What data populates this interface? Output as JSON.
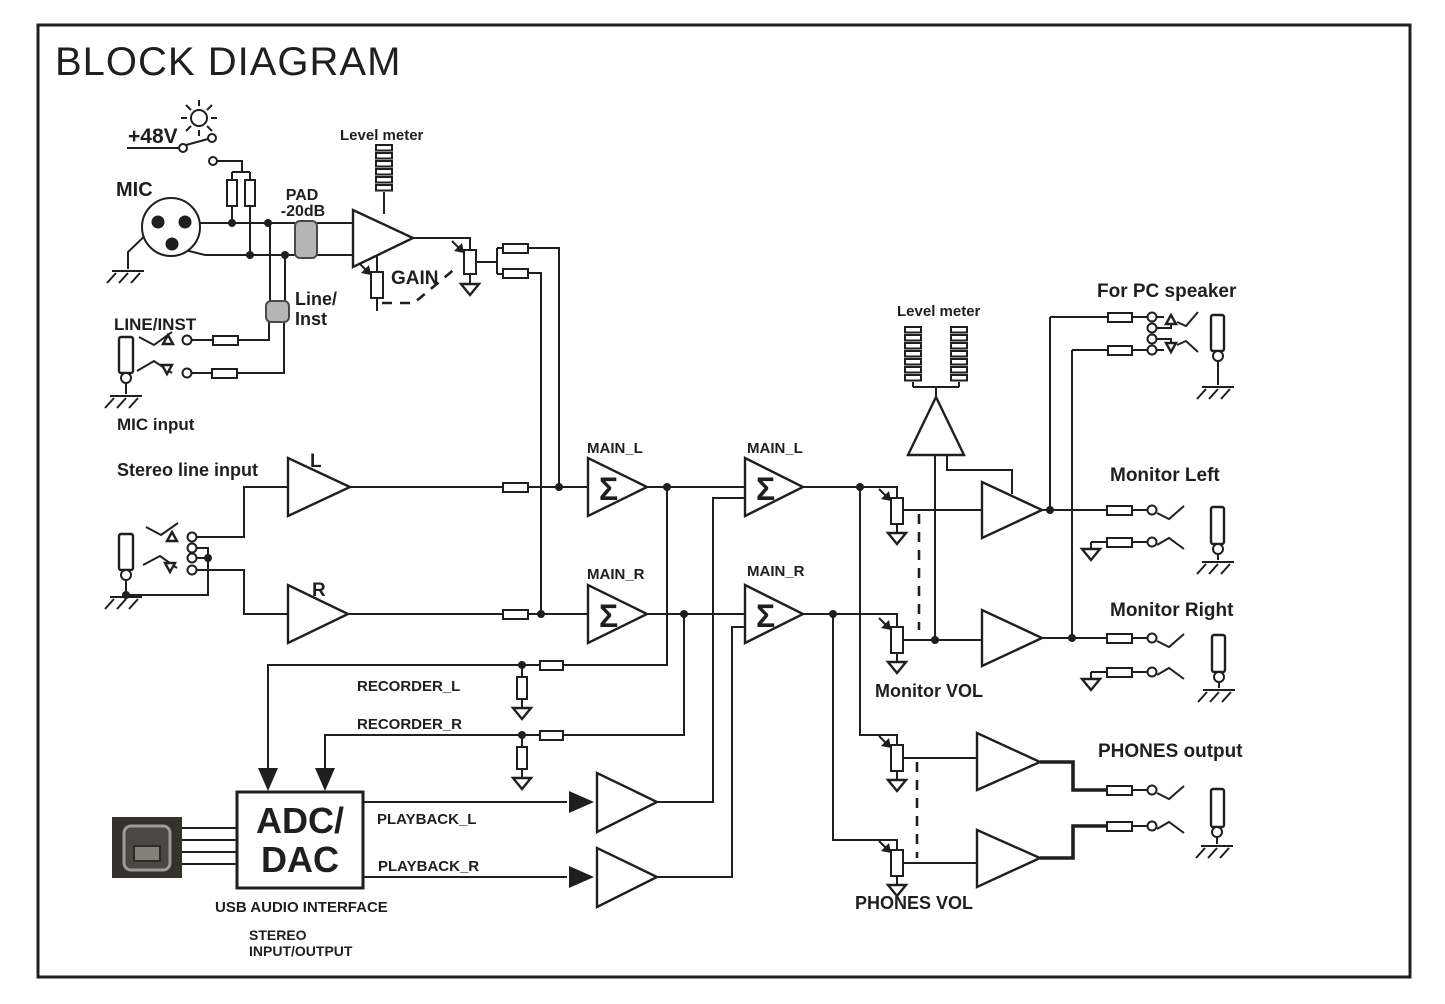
{
  "title": "BLOCK DIAGRAM",
  "labels": {
    "phantom": "+48V",
    "mic": "MIC",
    "pad1": "PAD",
    "pad2": "-20dB",
    "level_meter": "Level meter",
    "gain": "GAIN",
    "line_inst1": "Line/",
    "line_inst2": "Inst",
    "line_inst_jack": "LINE/INST",
    "mic_input": "MIC input",
    "stereo_line_input": "Stereo line input",
    "amp_l": "L",
    "amp_r": "R",
    "main_l": "MAIN_L",
    "main_r": "MAIN_R",
    "sigma": "Σ",
    "for_pc_speaker": "For PC speaker",
    "monitor_left": "Monitor Left",
    "monitor_right": "Monitor Right",
    "monitor_vol": "Monitor VOL",
    "phones_output": "PHONES output",
    "phones_vol": "PHONES VOL",
    "recorder_l": "RECORDER_L",
    "recorder_r": "RECORDER_R",
    "adc1": "ADC/",
    "adc2": "DAC",
    "playback_l": "PLAYBACK_L",
    "playback_r": "PLAYBACK_R",
    "usb_audio_interface": "USB AUDIO INTERFACE",
    "stereo_io1": "STEREO",
    "stereo_io2": "INPUT/OUTPUT"
  },
  "colors": {
    "background": "#ffffff",
    "ink": "#1f1f1f",
    "switch-block": "#b5b5b5",
    "switch-block-border": "#4a4a4a",
    "usb-shell": "#35312d",
    "usb-body": "#4b4743",
    "usb-metal": "#9c9c9c",
    "usb-slot": "#857f78"
  }
}
